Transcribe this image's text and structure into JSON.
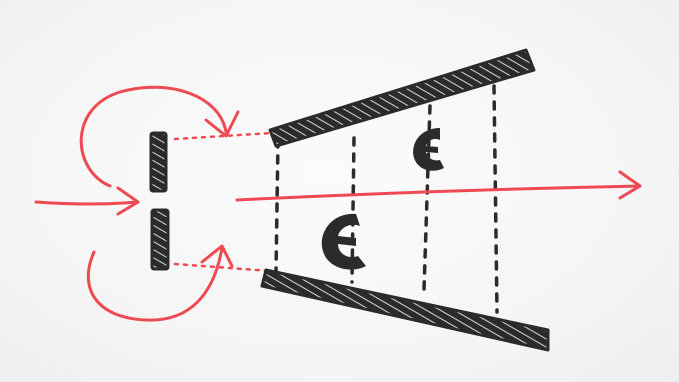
{
  "diagram": {
    "kind": "hand-drawn sketch",
    "labels": [],
    "colors": {
      "paper": "#f8f8f8",
      "ink": "#2b2b2b",
      "red_ink": "#ee4a52"
    },
    "elements": [
      "incoming-flow-arrow",
      "outgoing-flow-arrow",
      "upper-recirculation-arrow",
      "lower-recirculation-arrow",
      "split-plate-top",
      "split-plate-bottom",
      "diverging-wall-top",
      "diverging-wall-bottom",
      "dashed-section-lines",
      "crescent-particle-large",
      "crescent-particle-small"
    ]
  }
}
